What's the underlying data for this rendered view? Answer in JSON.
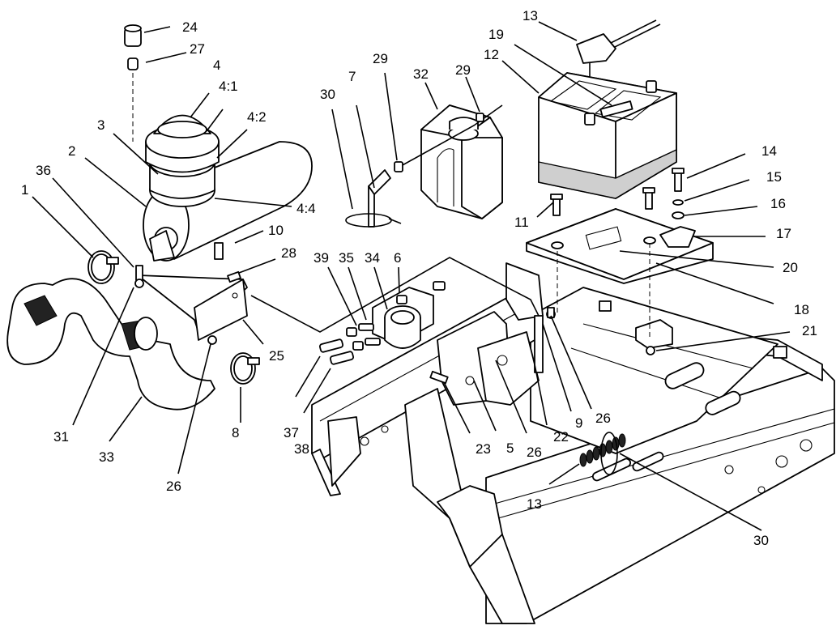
{
  "callouts": [
    {
      "id": "c1",
      "text": "1"
    },
    {
      "id": "c2",
      "text": "2"
    },
    {
      "id": "c3",
      "text": "3"
    },
    {
      "id": "c4",
      "text": "4"
    },
    {
      "id": "c4_1",
      "text": "4:1"
    },
    {
      "id": "c4_2",
      "text": "4:2"
    },
    {
      "id": "c4_4",
      "text": "4:4"
    },
    {
      "id": "c5",
      "text": "5"
    },
    {
      "id": "c6",
      "text": "6"
    },
    {
      "id": "c7",
      "text": "7"
    },
    {
      "id": "c8",
      "text": "8"
    },
    {
      "id": "c9",
      "text": "9"
    },
    {
      "id": "c10",
      "text": "10"
    },
    {
      "id": "c11",
      "text": "11"
    },
    {
      "id": "c12",
      "text": "12"
    },
    {
      "id": "c13a",
      "text": "13"
    },
    {
      "id": "c13b",
      "text": "13"
    },
    {
      "id": "c14",
      "text": "14"
    },
    {
      "id": "c15",
      "text": "15"
    },
    {
      "id": "c16",
      "text": "16"
    },
    {
      "id": "c17",
      "text": "17"
    },
    {
      "id": "c18",
      "text": "18"
    },
    {
      "id": "c19",
      "text": "19"
    },
    {
      "id": "c20",
      "text": "20"
    },
    {
      "id": "c21",
      "text": "21"
    },
    {
      "id": "c22",
      "text": "22"
    },
    {
      "id": "c23",
      "text": "23"
    },
    {
      "id": "c24",
      "text": "24"
    },
    {
      "id": "c25",
      "text": "25"
    },
    {
      "id": "c26a",
      "text": "26"
    },
    {
      "id": "c26b",
      "text": "26"
    },
    {
      "id": "c26c",
      "text": "26"
    },
    {
      "id": "c27",
      "text": "27"
    },
    {
      "id": "c28",
      "text": "28"
    },
    {
      "id": "c29a",
      "text": "29"
    },
    {
      "id": "c29b",
      "text": "29"
    },
    {
      "id": "c30a",
      "text": "30"
    },
    {
      "id": "c30b",
      "text": "30"
    },
    {
      "id": "c31",
      "text": "31"
    },
    {
      "id": "c32",
      "text": "32"
    },
    {
      "id": "c33",
      "text": "33"
    },
    {
      "id": "c34",
      "text": "34"
    },
    {
      "id": "c35",
      "text": "35"
    },
    {
      "id": "c36",
      "text": "36"
    },
    {
      "id": "c37",
      "text": "37"
    },
    {
      "id": "c38",
      "text": "38"
    },
    {
      "id": "c39",
      "text": "39"
    }
  ]
}
